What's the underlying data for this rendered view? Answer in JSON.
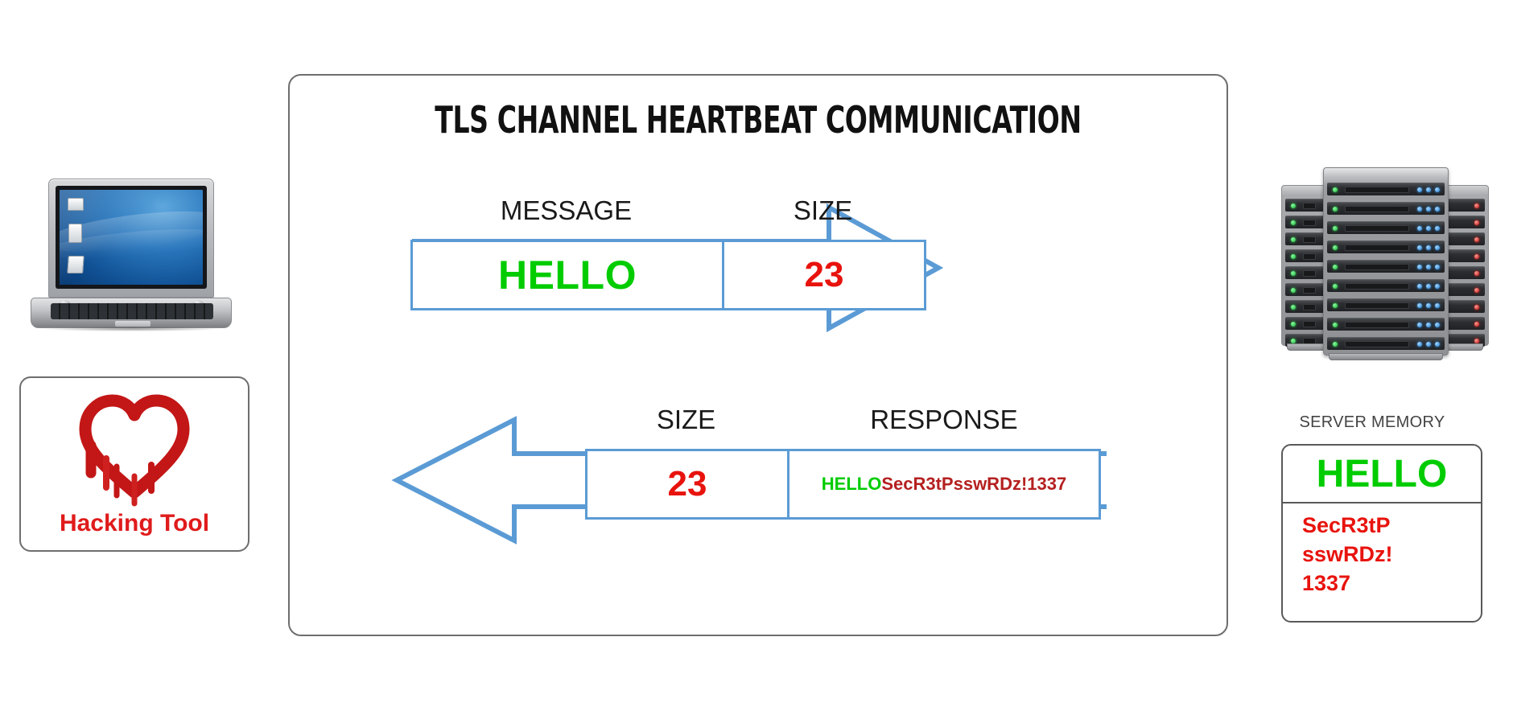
{
  "panel": {
    "title": "TLS CHANNEL HEARTBEAT COMMUNICATION"
  },
  "request_row": {
    "labels": {
      "message": "MESSAGE",
      "size": "SIZE"
    },
    "message_value": "HELLO",
    "size_value": "23",
    "direction": "right",
    "arrow_color": "#5b9bd5"
  },
  "response_row": {
    "labels": {
      "size": "SIZE",
      "response": "RESPONSE"
    },
    "size_value": "23",
    "response_echo": "HELLO",
    "response_leak": "SecR3tPsswRDz!1337",
    "direction": "left",
    "arrow_color": "#5b9bd5"
  },
  "client": {
    "device_icon": "laptop-icon",
    "tool_card": {
      "logo_icon": "heartbleed-heart-icon",
      "label": "Hacking Tool",
      "label_color": "#e01b1b"
    }
  },
  "server": {
    "device_icon": "server-rack-icon",
    "memory_label": "SERVER MEMORY",
    "memory": {
      "hello": "HELLO",
      "secret_lines": [
        "SecR3tP",
        "sswRDz!",
        "1337"
      ]
    }
  },
  "colors": {
    "green_text": "#00cc00",
    "red_text": "#e8130d",
    "dark_red_text": "#b52020",
    "blue_accent": "#5b9bd5",
    "panel_border": "#6e6e6e",
    "label_gray": "#434343"
  }
}
